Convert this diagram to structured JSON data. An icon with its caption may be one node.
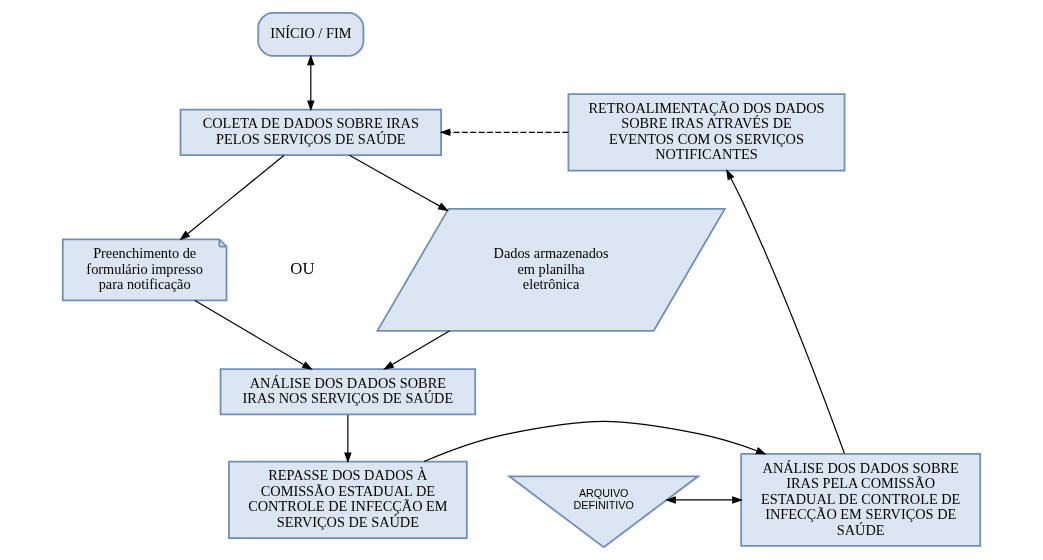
{
  "diagram": {
    "nodes": [
      {
        "text": [
          "INÍCIO / FIM"
        ]
      },
      {
        "text": [
          "COLETA DE DADOS SOBRE IRAS PELOS SERVIÇOS DE SAÚDE"
        ]
      },
      {
        "text": [
          "Preenchimento de formulário impresso para notificação"
        ]
      },
      {
        "text": [
          "Dados armazenados em planilha eletrônica"
        ]
      },
      {
        "text": [
          "ANÁLISE DOS DADOS SOBRE IRAS NOS SERVIÇOS DE SAÚDE"
        ]
      },
      {
        "text": [
          "REPASSE DOS DADOS À COMISSÃO ESTADUAL DE CONTROLE DE INFECÇÃO EM SERVIÇOS DE SAÚDE"
        ]
      },
      {
        "text": [
          "ARQUIVO DEFINITIVO"
        ]
      },
      {
        "text": [
          "ANÁLISE DOS DADOS SOBRE IRAS PELA COMISSÃO ESTADUAL DE CONTROLE DE INFECÇÃO EM SERVIÇOS DE SAÚDE"
        ]
      },
      {
        "text": [
          "RETROALIMENTAÇÃO DOS DADOS SOBRE IRAS ATRAVÉS DE EVENTOS COM OS SERVIÇOS NOTIFICANTES"
        ]
      }
    ],
    "edges": [
      {
        "from": 0,
        "to": 1,
        "arrow": "both"
      },
      {
        "from": 1,
        "to": 2,
        "arrow": "to"
      },
      {
        "from": 1,
        "to": 3,
        "arrow": "to"
      },
      {
        "from": 2,
        "to": 4,
        "arrow": "to"
      },
      {
        "from": 3,
        "to": 4,
        "arrow": "to"
      },
      {
        "from": 4,
        "to": 5,
        "arrow": "to"
      },
      {
        "from": 5,
        "to": 7,
        "arrow": "to"
      },
      {
        "from": 6,
        "to": 7,
        "arrow": "both"
      },
      {
        "from": 7,
        "to": 8,
        "arrow": "to"
      },
      {
        "from": 8,
        "to": 1,
        "arrow": "to",
        "style": "dashed"
      }
    ],
    "labels": [
      "OU"
    ]
  }
}
